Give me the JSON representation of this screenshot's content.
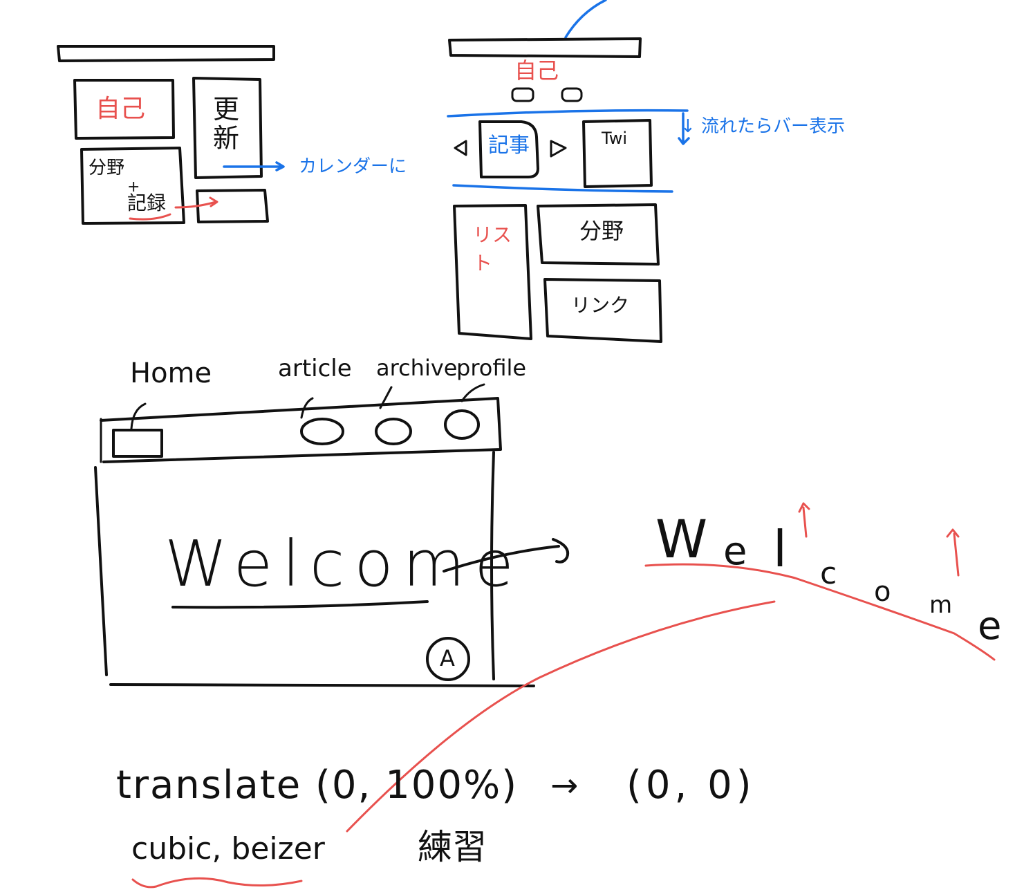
{
  "colors": {
    "ink": "#111111",
    "red": "#e8514e",
    "blue": "#1a73e8"
  },
  "sketch_a": {
    "self_label": "自己",
    "update_label": "更新",
    "skills_label": "分野",
    "plus": "+",
    "record_label": "記録",
    "calendar_note": "カレンダーに"
  },
  "sketch_b": {
    "self_label": "自己",
    "article_label": "記事",
    "twitter_label": "Twi",
    "scroll_note": "↓ 流れたらバー表示",
    "list_label": "リスト",
    "skills_label": "分野",
    "links_label": "リンク"
  },
  "browser_sketch": {
    "nav": {
      "home": "Home",
      "article": "article",
      "archive": "archive",
      "profile": "profile"
    },
    "hero_text": "Welcome",
    "badge": "A",
    "animated_text": [
      "W",
      "e",
      "l",
      "c",
      "o",
      "m",
      "e"
    ]
  },
  "notes": {
    "translate": "translate (0, 100%)",
    "arrow": "→",
    "target": "(0, 0)",
    "easing": "cubic, beizer",
    "practice": "練習"
  }
}
